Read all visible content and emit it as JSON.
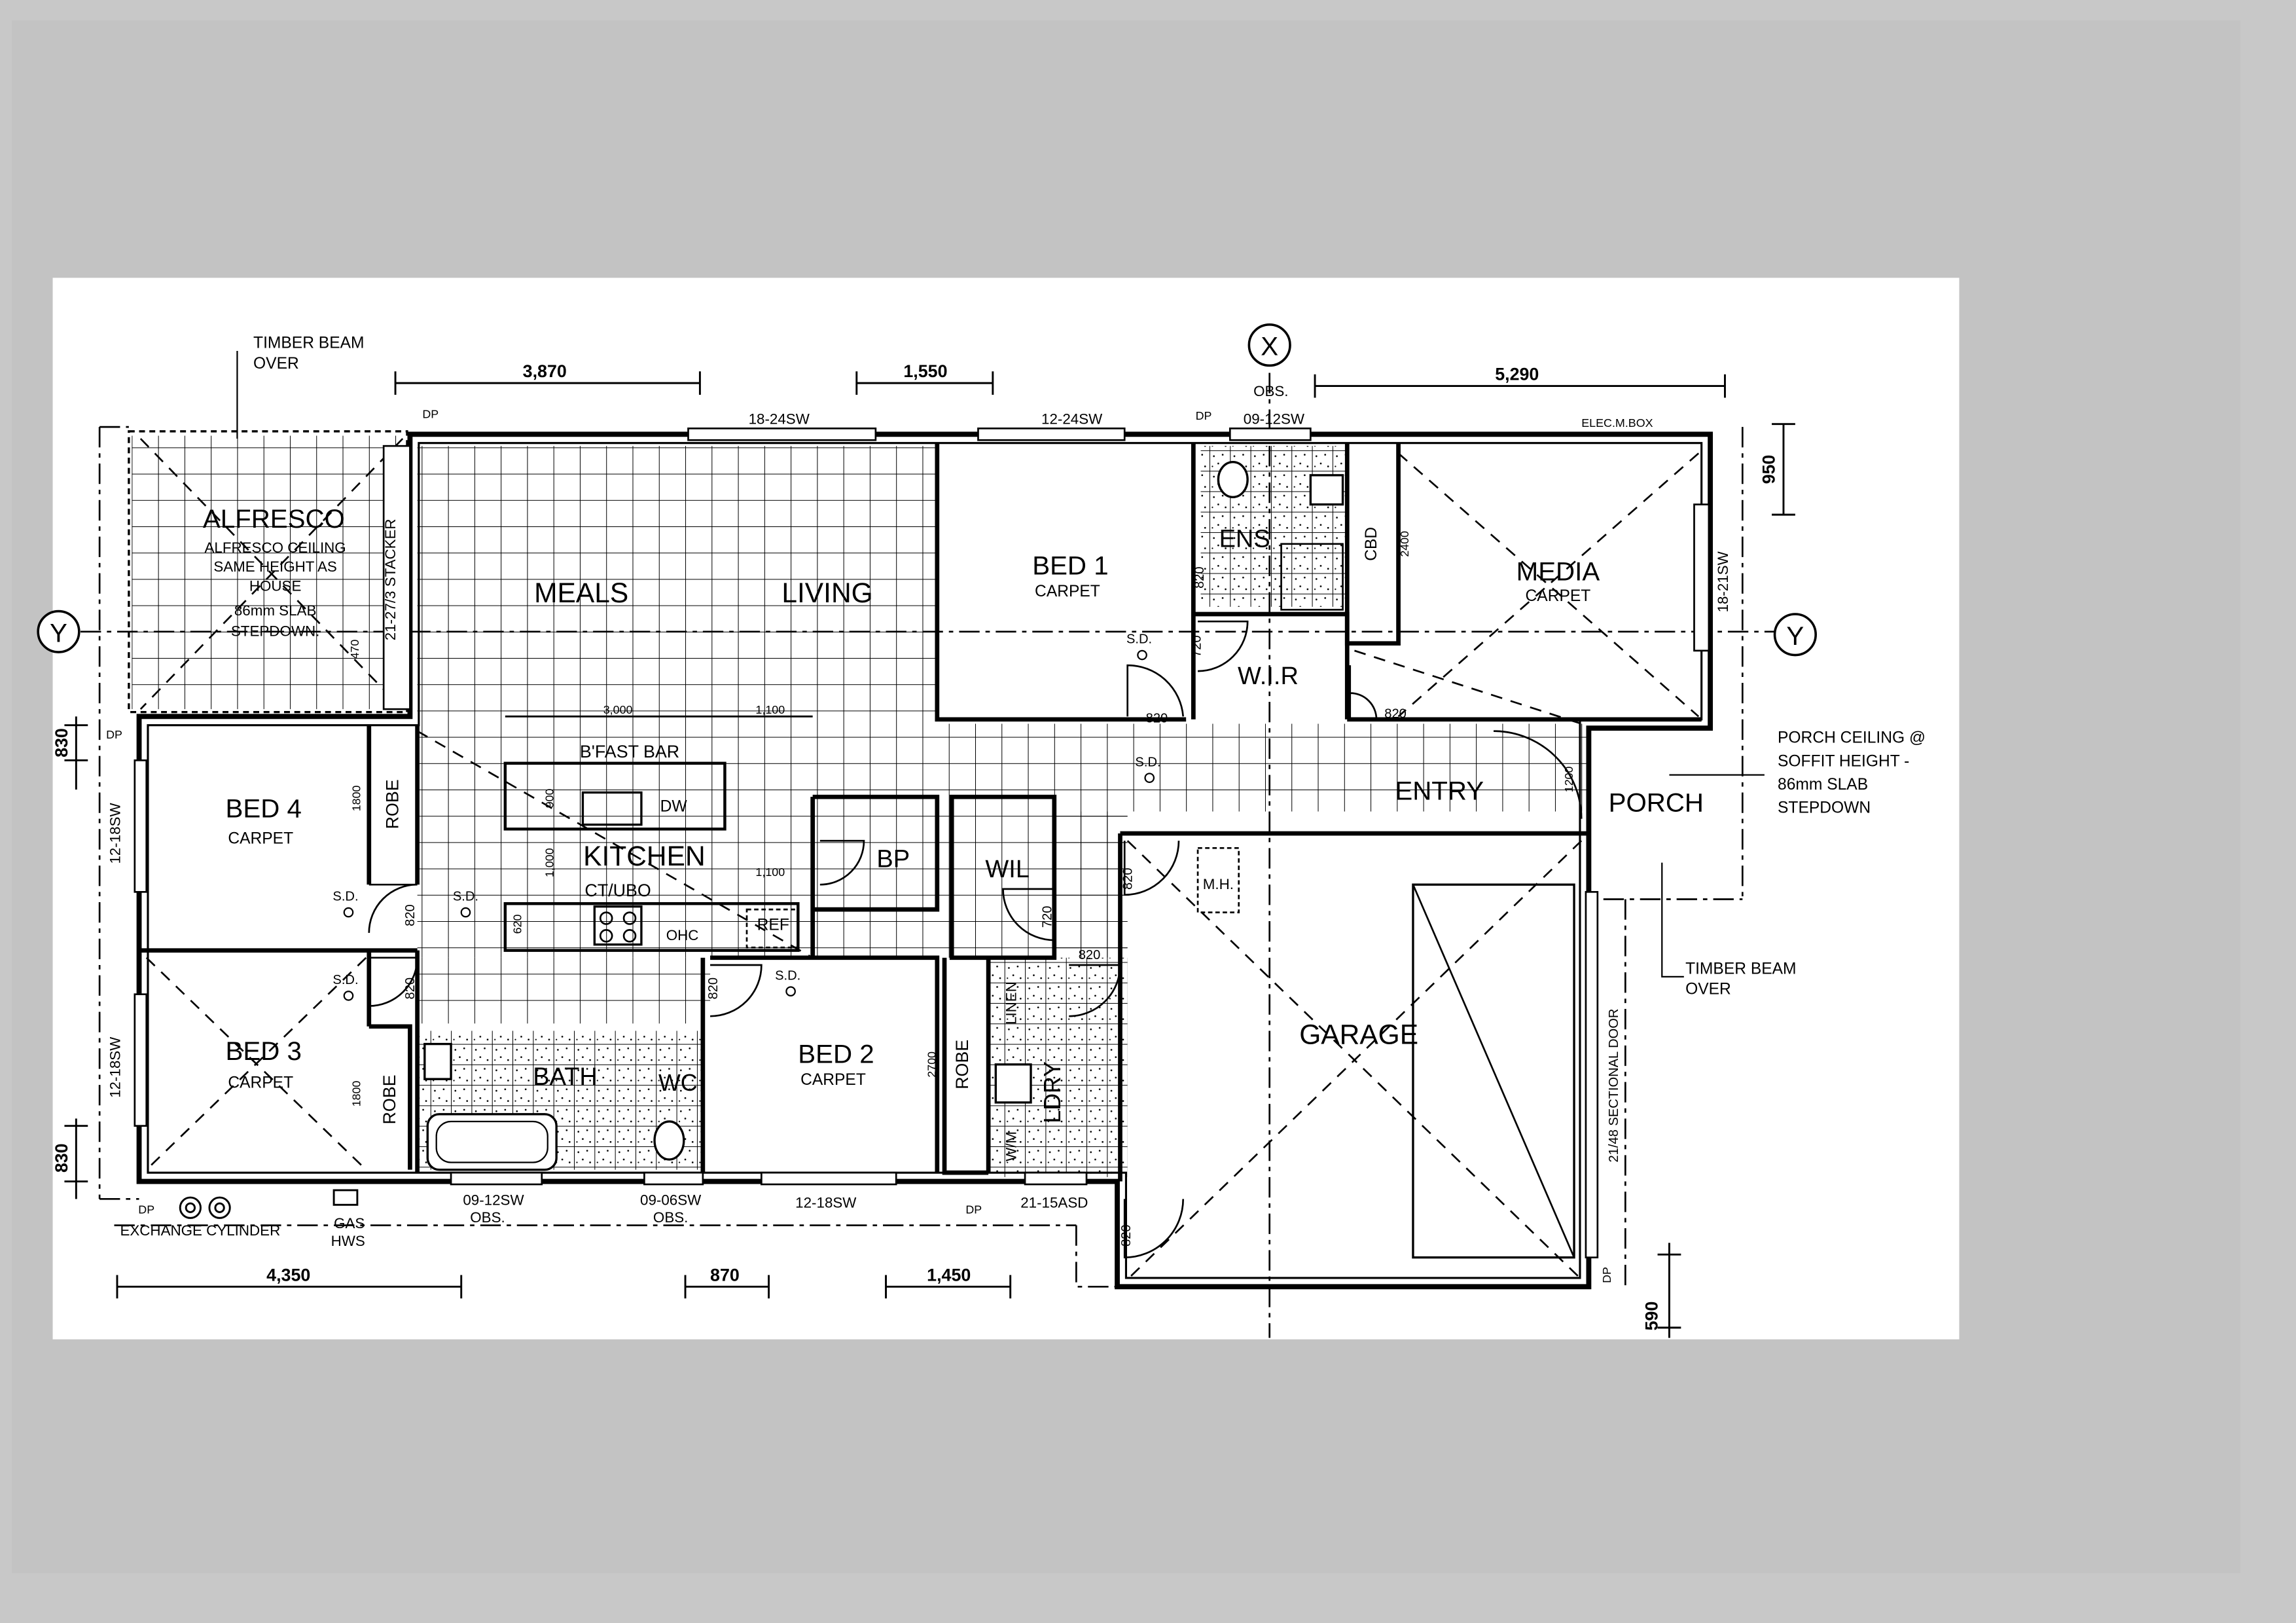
{
  "colors": {
    "scan_background": "#c8c8c8",
    "paper": "#ffffff",
    "ink": "#000000"
  },
  "rooms": {
    "alfresco": "ALFRESCO",
    "meals": "MEALS",
    "living": "LIVING",
    "bed1": "BED 1",
    "bed1_floor": "CARPET",
    "ens": "ENS",
    "cbd": "CBD",
    "media": "MEDIA",
    "media_floor": "CARPET",
    "wir": "W.I.R",
    "bed4": "BED 4",
    "bed4_floor": "CARPET",
    "robe_upper": "ROBE",
    "bifast_bar": "B'FAST BAR",
    "kitchen": "KITCHEN",
    "ct_ubo": "CT/UBO",
    "dw": "DW",
    "ohc": "OHC",
    "ref": "REF",
    "bp": "BP",
    "wil": "WIL",
    "entry": "ENTRY",
    "porch": "PORCH",
    "mh": "M.H.",
    "bed3": "BED 3",
    "bed3_floor": "CARPET",
    "robe_lower": "ROBE",
    "bath": "BATH",
    "wc": "WC",
    "bed2": "BED 2",
    "bed2_floor": "CARPET",
    "robe_bed2": "ROBE",
    "linen": "LINEN",
    "ldry": "LDRY",
    "wm": "W/M",
    "garage": "GARAGE"
  },
  "notes": {
    "timber_beam_top_1": "TIMBER BEAM",
    "timber_beam_top_2": "OVER",
    "alfresco_note_1": "ALFRESCO CEILING",
    "alfresco_note_2": "SAME HEIGHT AS",
    "alfresco_note_3": "HOUSE",
    "alfresco_note_4": "86mm SLAB",
    "alfresco_note_5": "STEPDOWN.",
    "porch_note_1": "PORCH CEILING @",
    "porch_note_2": "SOFFIT HEIGHT -",
    "porch_note_3": "86mm SLAB",
    "porch_note_4": "STEPDOWN",
    "timber_beam_right_1": "TIMBER BEAM",
    "timber_beam_right_2": "OVER",
    "exchange_cylinder": "EXCHANGE CYLINDER",
    "gas_hws_1": "GAS",
    "gas_hws_2": "HWS",
    "elec_mbox": "ELEC.M.BOX",
    "obs_top": "OBS.",
    "sectional_door": "21/48 SECTIONAL DOOR",
    "stacker": "21-27/3 STACKER"
  },
  "dimensions": {
    "top_left": "3,870",
    "top_mid": "1,550",
    "top_right": "5,290",
    "bottom_left": "4,350",
    "bottom_mid": "870",
    "bottom_right": "1,450",
    "right_top": "950",
    "right_bottom": "590",
    "left_upper": "830",
    "left_lower": "830",
    "bar_3000": "3,000",
    "bar_1100": "1,100",
    "ref_1100": "1,100",
    "alfresco_470": "470",
    "ens_2400": "2400",
    "entry_1200": "1200",
    "robe_1800_upper": "1800",
    "robe_1800_lower": "1800",
    "bed2_2700": "2700",
    "kitchen_900": "900",
    "kitchen_1000": "1,000",
    "kitchen_620": "620"
  },
  "doors": {
    "d820_bed1_wir": "820",
    "d720_wir": "720",
    "d820_bed1": "820",
    "d820_media": "820",
    "d820_bed4": "820",
    "d820_bed3": "820",
    "d820_bed2": "820",
    "d820_garage": "820",
    "d720_wil": "720",
    "d820_ldry": "820",
    "d820_garage_ext": "820"
  },
  "windows": {
    "w18_24sw": "18-24SW",
    "w12_24sw": "12-24SW",
    "w09_12sw_top": "09-12SW",
    "w18_21sw": "18-21SW",
    "w12_18sw_bed4": "12-18SW",
    "w12_18sw_bed3": "12-18SW",
    "w09_12sw_bath": "09-12SW",
    "w09_12sw_bath_obs": "OBS.",
    "w09_06sw": "09-06SW",
    "w09_06sw_obs": "OBS.",
    "w12_18sw_bed2": "12-18SW",
    "w21_15asd": "21-15ASD"
  },
  "markers": {
    "grid_x": "X",
    "grid_y_left": "Y",
    "grid_y_right": "Y",
    "sd": "S.D.",
    "dp": "DP"
  }
}
